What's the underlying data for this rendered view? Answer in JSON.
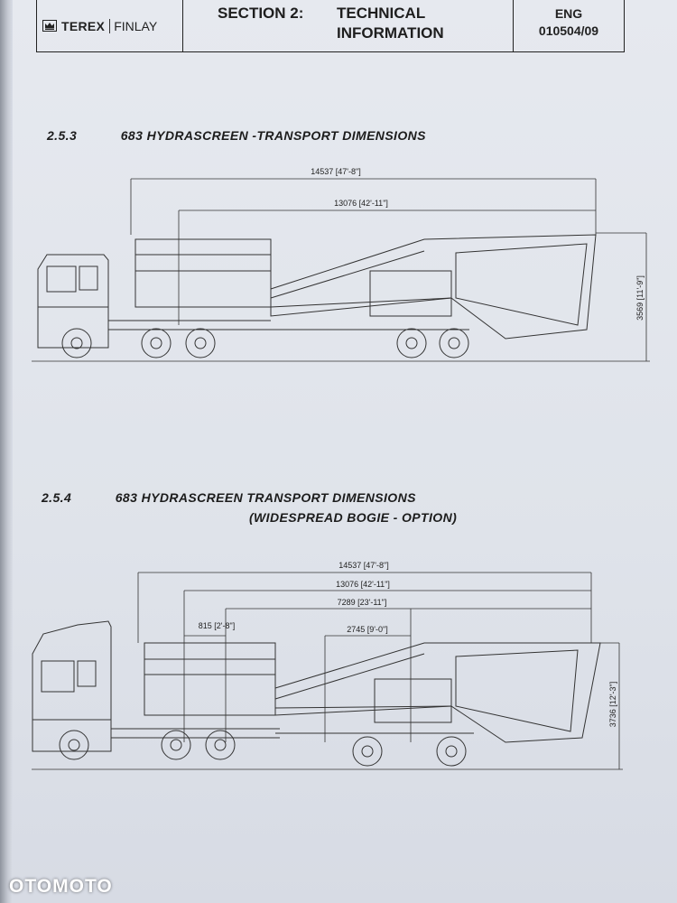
{
  "header": {
    "brand": "TEREX",
    "brand_sub": "FINLAY",
    "section_label": "SECTION 2:",
    "section_title_line1": "TECHNICAL",
    "section_title_line2": "INFORMATION",
    "lang": "ENG",
    "doc_code": "010504/09"
  },
  "section1": {
    "number": "2.5.3",
    "title": "683 HYDRASCREEN -TRANSPORT DIMENSIONS",
    "dims": {
      "overall_length": "14537 [47'-8\"]",
      "axle_length": "13076 [42'-11\"]",
      "height": "3569 [11'-9\"]"
    }
  },
  "section2": {
    "number": "2.5.4",
    "title_line1": "683 HYDRASCREEN TRANSPORT DIMENSIONS",
    "title_line2": "(WIDESPREAD BOGIE - OPTION)",
    "dims": {
      "overall_length": "14537 [47'-8\"]",
      "axle_length": "13076 [42'-11\"]",
      "bogie_length": "7289 [23'-11\"]",
      "kingpin_offset": "815 [2'-8\"]",
      "bogie_spread": "2745 [9'-0\"]",
      "height": "3736 [12'-3\"]"
    }
  },
  "watermark": "OTOMOTO"
}
